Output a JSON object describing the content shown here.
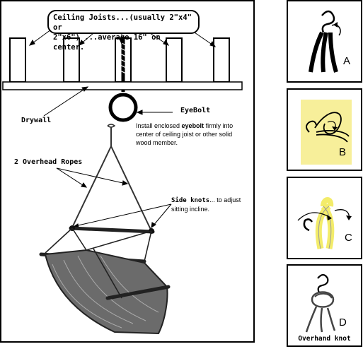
{
  "main": {
    "callout_line1": "Ceiling Joists...(usually 2\"x4\" or",
    "callout_line2": "2\"x6\") ...average 16\" on center.",
    "drywall_label": "Drywall",
    "eyebolt_label": "EyeBolt",
    "install_pre": "Install enclosed ",
    "install_bold": "eyebolt",
    "install_post": " firmly into center of ceiling joist or other solid wood member.",
    "ropes_label": "2 Overhead Ropes",
    "side_knots_bold": "Side knots",
    "side_knots_rest": "... to adjust sitting incline."
  },
  "panels": [
    {
      "letter": "A",
      "caption": ""
    },
    {
      "letter": "B",
      "caption": ""
    },
    {
      "letter": "C",
      "caption": ""
    },
    {
      "letter": "D",
      "caption": "Overhand knot"
    }
  ],
  "colors": {
    "paper_yellow": "#f7ef9a",
    "rope_yellow": "#f3ec6a",
    "ink": "#000000"
  }
}
